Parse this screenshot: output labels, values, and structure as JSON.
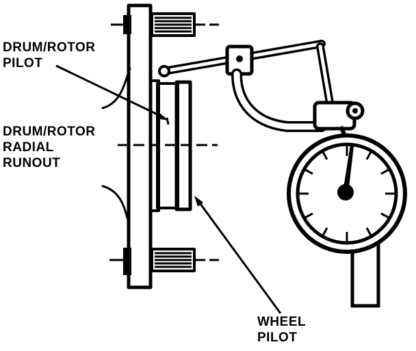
{
  "labels": {
    "drum_rotor_pilot": [
      "DRUM/ROTOR",
      "PILOT"
    ],
    "drum_rotor_radial_runout": [
      "DRUM/ROTOR",
      "RADIAL",
      "RUNOUT"
    ],
    "wheel_pilot": [
      "WHEEL",
      "PILOT"
    ]
  },
  "colors": {
    "ink": "#000000",
    "background": "#ffffff"
  }
}
